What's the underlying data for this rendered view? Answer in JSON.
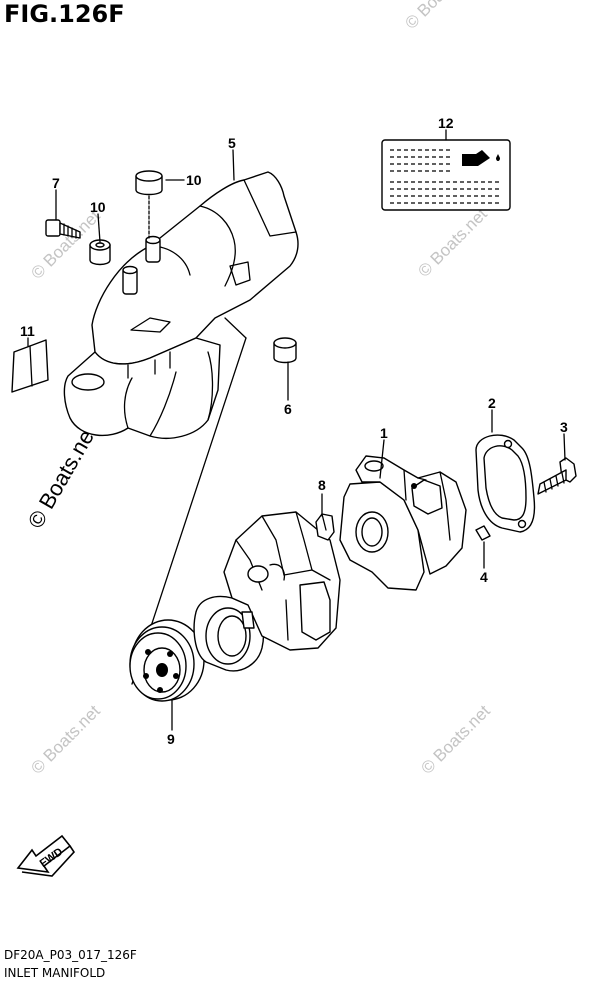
{
  "figure": {
    "title": "FIG.126F",
    "code": "DF20A_P03_017_126F",
    "name": "INLET MANIFOLD"
  },
  "watermark": "© Boats.net",
  "fwd_label": "FWD",
  "callouts": [
    "1",
    "2",
    "3",
    "4",
    "5",
    "6",
    "7",
    "8",
    "9",
    "10",
    "10",
    "11",
    "12"
  ],
  "colors": {
    "line": "#000000",
    "watermark": "#c4c4c4",
    "background": "#ffffff"
  }
}
